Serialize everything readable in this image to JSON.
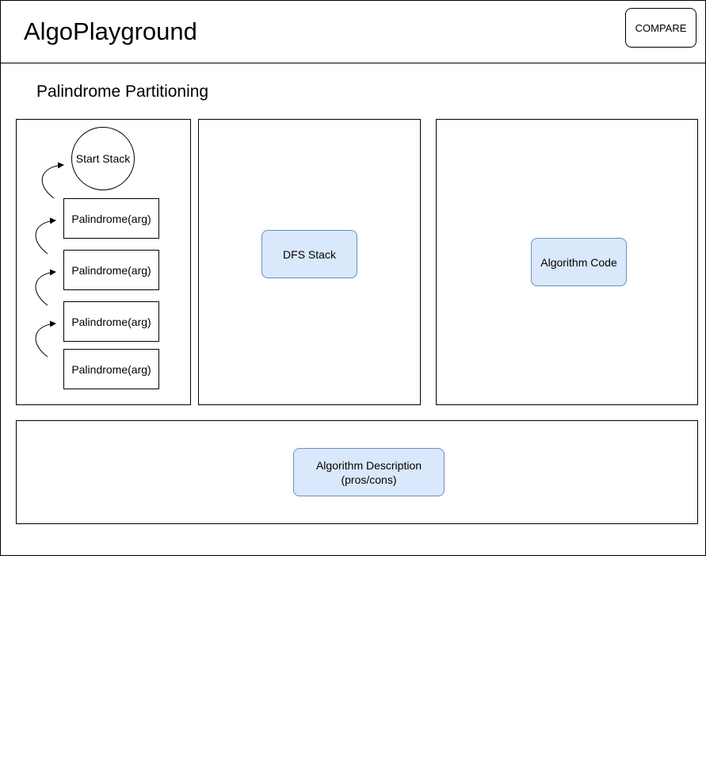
{
  "header": {
    "app_title": "AlgoPlayground",
    "compare_label": "COMPARE"
  },
  "page": {
    "title": "Palindrome Partitioning"
  },
  "recursion_stack": {
    "start_label": "Start Stack",
    "calls": [
      "Palindrome(arg)",
      "Palindrome(arg)",
      "Palindrome(arg)",
      "Palindrome(arg)"
    ]
  },
  "dfs_panel": {
    "label": "DFS Stack"
  },
  "code_panel": {
    "label": "Algorithm Code"
  },
  "description_panel": {
    "line1": "Algorithm Description",
    "line2": "(pros/cons)"
  },
  "colors": {
    "placeholder_fill": "#dae8fc",
    "placeholder_border": "#6c8ebf"
  }
}
